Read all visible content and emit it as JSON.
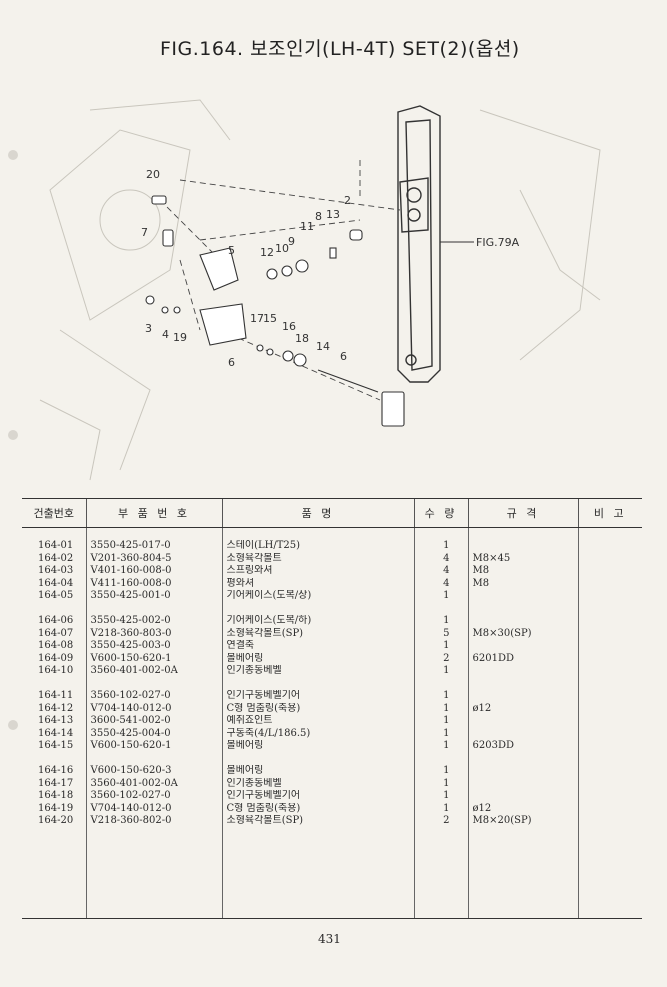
{
  "title": "FIG.164. 보조인기(LH-4T) SET(2)(옵션)",
  "diagram": {
    "ref_label": "FIG.79A",
    "callouts": [
      "20",
      "7",
      "5",
      "12",
      "10",
      "9",
      "11",
      "8",
      "13",
      "2",
      "3",
      "4",
      "19",
      "17",
      "15",
      "16",
      "18",
      "14",
      "6"
    ]
  },
  "table": {
    "headers": [
      "건출번호",
      "부 품 번 호",
      "품 명",
      "수 량",
      "규 격",
      "비 고"
    ],
    "rows": [
      {
        "idx": "164-01",
        "part": "3550-425-017-0",
        "name": "스테이(LH/T25)",
        "qty": "1",
        "spec": ""
      },
      {
        "idx": "164-02",
        "part": "V201-360-804-5",
        "name": "소형육각볼트",
        "qty": "4",
        "spec": "M8×45"
      },
      {
        "idx": "164-03",
        "part": "V401-160-008-0",
        "name": "스프링와셔",
        "qty": "4",
        "spec": "M8"
      },
      {
        "idx": "164-04",
        "part": "V411-160-008-0",
        "name": "평와셔",
        "qty": "4",
        "spec": "M8"
      },
      {
        "idx": "164-05",
        "part": "3550-425-001-0",
        "name": "기어케이스(도복/상)",
        "qty": "1",
        "spec": ""
      },
      {
        "idx": "164-06",
        "part": "3550-425-002-0",
        "name": "기어케이스(도복/하)",
        "qty": "1",
        "spec": ""
      },
      {
        "idx": "164-07",
        "part": "V218-360-803-0",
        "name": "소형육각볼트(SP)",
        "qty": "5",
        "spec": "M8×30(SP)"
      },
      {
        "idx": "164-08",
        "part": "3550-425-003-0",
        "name": "연결축",
        "qty": "1",
        "spec": ""
      },
      {
        "idx": "164-09",
        "part": "V600-150-620-1",
        "name": "볼베어링",
        "qty": "2",
        "spec": "6201DD"
      },
      {
        "idx": "164-10",
        "part": "3560-401-002-0A",
        "name": "인기종동베벨",
        "qty": "1",
        "spec": ""
      },
      {
        "idx": "164-11",
        "part": "3560-102-027-0",
        "name": "인기구동베벨기어",
        "qty": "1",
        "spec": ""
      },
      {
        "idx": "164-12",
        "part": "V704-140-012-0",
        "name": "C형 멈춤링(축용)",
        "qty": "1",
        "spec": "ø12"
      },
      {
        "idx": "164-13",
        "part": "3600-541-002-0",
        "name": "예취죠인트",
        "qty": "1",
        "spec": ""
      },
      {
        "idx": "164-14",
        "part": "3550-425-004-0",
        "name": "구동축(4/L/186.5)",
        "qty": "1",
        "spec": ""
      },
      {
        "idx": "164-15",
        "part": "V600-150-620-1",
        "name": "볼베어링",
        "qty": "1",
        "spec": "6203DD"
      },
      {
        "idx": "164-16",
        "part": "V600-150-620-3",
        "name": "볼베어링",
        "qty": "1",
        "spec": ""
      },
      {
        "idx": "164-17",
        "part": "3560-401-002-0A",
        "name": "인기종동베벨",
        "qty": "1",
        "spec": ""
      },
      {
        "idx": "164-18",
        "part": "3560-102-027-0",
        "name": "인기구동베벨기어",
        "qty": "1",
        "spec": ""
      },
      {
        "idx": "164-19",
        "part": "V704-140-012-0",
        "name": "C형 멈춤링(축용)",
        "qty": "1",
        "spec": "ø12"
      },
      {
        "idx": "164-20",
        "part": "V218-360-802-0",
        "name": "소형육각볼트(SP)",
        "qty": "2",
        "spec": "M8×20(SP)"
      }
    ]
  },
  "page_number": "431"
}
